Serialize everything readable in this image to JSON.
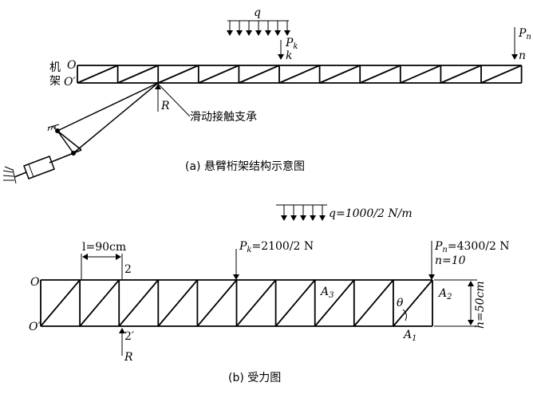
{
  "top": {
    "label_q": "q",
    "label_pk": "P",
    "label_pk_sub": "k",
    "label_k": "k",
    "label_pn": "P",
    "label_pn_sub": "n",
    "label_n": "n",
    "label_o": "O",
    "label_o_prime": "O′",
    "label_frame_1": "机",
    "label_frame_2": "架",
    "label_r": "R",
    "support_label": "滑动接触支承",
    "caption": "(a) 悬臂桁架结构示意图"
  },
  "bottom": {
    "load_text": "q=1000/2 N/m",
    "label_l": "l=90cm",
    "label_2": "2",
    "label_2_prime": "2′",
    "pk_text": "P",
    "pk_sub": "k",
    "pk_value": "=2100/2 N",
    "pn_text": "P",
    "pn_sub": "n",
    "pn_value": "=4300/2 N",
    "n_text": "n=10",
    "label_o": "O",
    "label_o_prime": "O′",
    "label_a3": "A",
    "label_a3_sub": "3",
    "label_a2": "A",
    "label_a2_sub": "2",
    "label_a1": "A",
    "label_a1_sub": "1",
    "label_theta": "θ",
    "label_h": "h=50cm",
    "label_r": "R",
    "caption": "(b) 受力图"
  }
}
